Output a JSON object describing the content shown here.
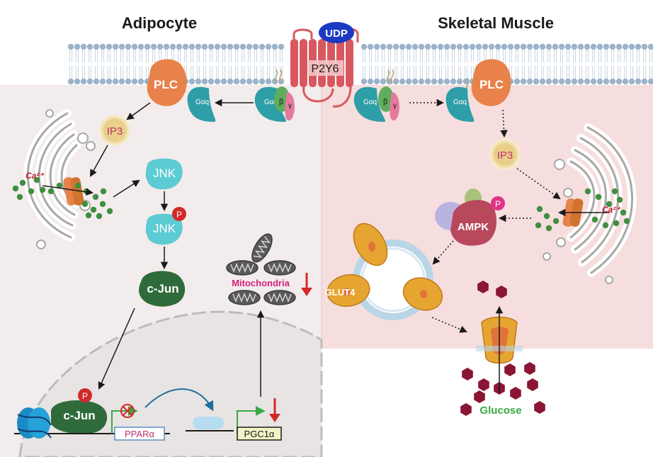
{
  "titles": {
    "left": "Adipocyte",
    "right": "Skeletal Muscle"
  },
  "receptor": {
    "ligand": "UDP",
    "name": "P2Y6"
  },
  "gprotein": {
    "alpha": "Gαq",
    "beta": "β",
    "gamma": "γ"
  },
  "adipocyte": {
    "plc": "PLC",
    "ip3": "IP3",
    "calcium": "Ca²⁺",
    "jnk": "JNK",
    "phospho": "P",
    "cjun": "c-Jun",
    "mitochondria": "Mitochondria",
    "ppar": "PPARα",
    "pgc": "PGC1α"
  },
  "muscle": {
    "plc": "PLC",
    "ip3": "IP3",
    "calcium": "Ca²⁺",
    "ampk": "AMPK",
    "phospho": "P",
    "glut4": "GLUT4",
    "glucose": "Glucose"
  },
  "colors": {
    "membrane": "#9cb3c9",
    "receptor": "#d9585f",
    "plc": "#e8824a",
    "galpha": "#2e9ea7",
    "jnk": "#5ccbd3",
    "cjun": "#2f6b3a",
    "ampk": "#b8485b",
    "glut4": "#e6a531",
    "glucose": "#8a1535",
    "calcium": "#3f8f3f",
    "arrow_down": "#d42828",
    "glucose_text": "#3aa845",
    "mito_text": "#d4207a"
  }
}
